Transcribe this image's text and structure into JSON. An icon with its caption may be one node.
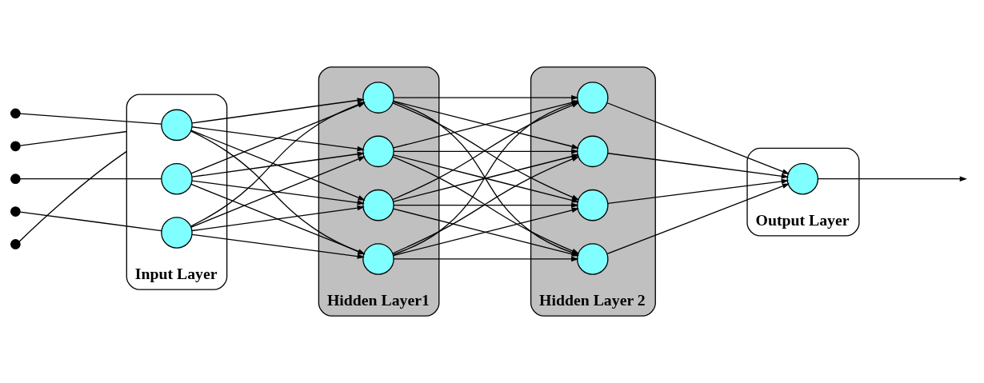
{
  "diagram": {
    "nodes": [
      {
        "text": [
          "Input Layer"
        ]
      },
      {
        "text": [],
        "shape": "circle",
        "in": 0
      },
      {
        "text": [],
        "shape": "circle",
        "in": 0
      },
      {
        "text": [],
        "shape": "circle",
        "in": 0
      },
      {
        "text": [
          "Hidden Layer1"
        ]
      },
      {
        "text": [],
        "shape": "circle",
        "in": 4
      },
      {
        "text": [],
        "shape": "circle",
        "in": 4
      },
      {
        "text": [],
        "shape": "circle",
        "in": 4
      },
      {
        "text": [],
        "shape": "circle",
        "in": 4
      },
      {
        "text": [
          "Hidden Layer 2"
        ]
      },
      {
        "text": [],
        "shape": "circle",
        "in": 9
      },
      {
        "text": [],
        "shape": "circle",
        "in": 9
      },
      {
        "text": [],
        "shape": "circle",
        "in": 9
      },
      {
        "text": [],
        "shape": "circle",
        "in": 9
      },
      {
        "text": [
          "Output Layer"
        ]
      },
      {
        "text": [],
        "shape": "circle",
        "in": 14
      },
      {
        "text": [],
        "shape": "dot"
      },
      {
        "text": [],
        "shape": "dot"
      },
      {
        "text": [],
        "shape": "dot"
      },
      {
        "text": [],
        "shape": "dot"
      },
      {
        "text": [],
        "shape": "dot"
      }
    ],
    "edges": [
      {
        "from": 16,
        "to": 1,
        "arrow": "none"
      },
      {
        "from": 17,
        "to": 0,
        "arrow": "none"
      },
      {
        "from": 18,
        "to": 2,
        "arrow": "none"
      },
      {
        "from": 19,
        "to": 3,
        "arrow": "none"
      },
      {
        "from": 20,
        "to": 0,
        "arrow": "none"
      },
      {
        "from": 1,
        "to": 5,
        "arrow": "to"
      },
      {
        "from": 1,
        "to": 6,
        "arrow": "to"
      },
      {
        "from": 1,
        "to": 7,
        "arrow": "to"
      },
      {
        "from": 1,
        "to": 8,
        "arrow": "to"
      },
      {
        "from": 2,
        "to": 5,
        "arrow": "to"
      },
      {
        "from": 2,
        "to": 6,
        "arrow": "to"
      },
      {
        "from": 2,
        "to": 7,
        "arrow": "to"
      },
      {
        "from": 2,
        "to": 8,
        "arrow": "to"
      },
      {
        "from": 3,
        "to": 5,
        "arrow": "to"
      },
      {
        "from": 3,
        "to": 6,
        "arrow": "to"
      },
      {
        "from": 3,
        "to": 7,
        "arrow": "to"
      },
      {
        "from": 3,
        "to": 8,
        "arrow": "to"
      },
      {
        "from": 5,
        "to": 10,
        "arrow": "to"
      },
      {
        "from": 5,
        "to": 11,
        "arrow": "to"
      },
      {
        "from": 5,
        "to": 12,
        "arrow": "to"
      },
      {
        "from": 5,
        "to": 13,
        "arrow": "to"
      },
      {
        "from": 6,
        "to": 10,
        "arrow": "to"
      },
      {
        "from": 6,
        "to": 11,
        "arrow": "to"
      },
      {
        "from": 6,
        "to": 12,
        "arrow": "to"
      },
      {
        "from": 6,
        "to": 13,
        "arrow": "to"
      },
      {
        "from": 7,
        "to": 10,
        "arrow": "to"
      },
      {
        "from": 7,
        "to": 11,
        "arrow": "to"
      },
      {
        "from": 7,
        "to": 12,
        "arrow": "to"
      },
      {
        "from": 7,
        "to": 13,
        "arrow": "to"
      },
      {
        "from": 8,
        "to": 10,
        "arrow": "to"
      },
      {
        "from": 8,
        "to": 11,
        "arrow": "to"
      },
      {
        "from": 8,
        "to": 12,
        "arrow": "to"
      },
      {
        "from": 8,
        "to": 13,
        "arrow": "to"
      },
      {
        "from": 10,
        "to": 15,
        "arrow": "to"
      },
      {
        "from": 11,
        "to": 15,
        "arrow": "to"
      },
      {
        "from": 12,
        "to": 15,
        "arrow": "to"
      },
      {
        "from": 13,
        "to": 15,
        "arrow": "to"
      },
      {
        "from": 15,
        "to": null,
        "arrow": "to"
      }
    ]
  }
}
